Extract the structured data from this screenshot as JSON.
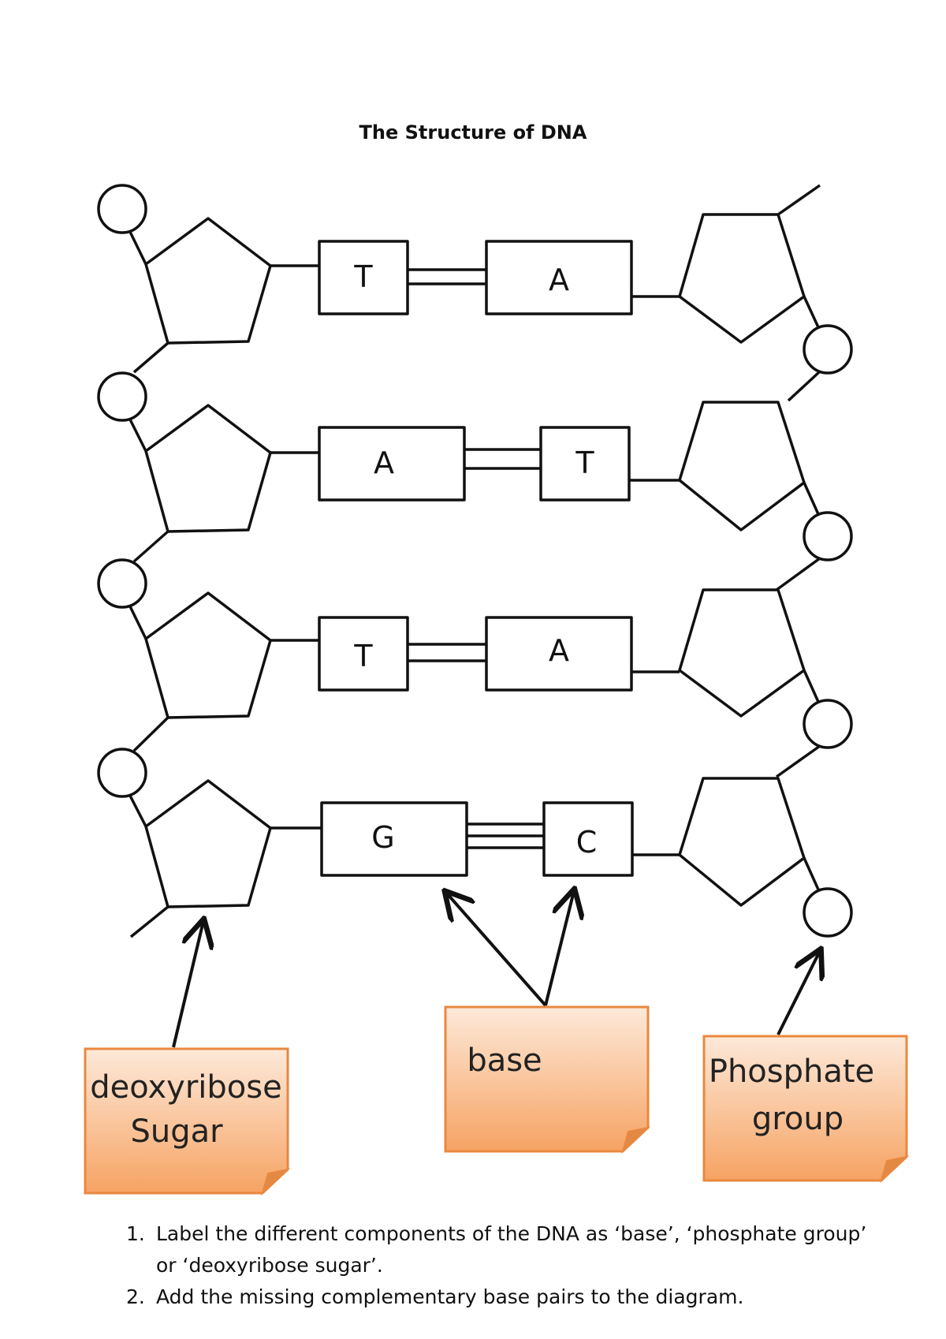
{
  "title": "The Structure of DNA",
  "base_pairs": [
    {
      "left": "T",
      "right": "A"
    },
    {
      "left": "A",
      "right": "T"
    },
    {
      "left": "T",
      "right": "A"
    },
    {
      "left": "G",
      "right": "C"
    }
  ],
  "labels": {
    "sugar_line1": "deoxyribose",
    "sugar_line2": "Sugar",
    "base": "base",
    "phosphate_line1": "Phosphate",
    "phosphate_line2": "group"
  },
  "instructions": [
    {
      "num": "1.",
      "text": "Label the different components of the DNA as ‘base’, ‘phosphate group’ or ‘deoxyribose sugar’."
    },
    {
      "num": "2.",
      "text": "Add the missing complementary base pairs to the diagram."
    }
  ],
  "colors": {
    "stroke": "#111111",
    "note_fill_top": "#fde7d6",
    "note_fill_bottom": "#f6a262",
    "note_border": "#e9883f"
  }
}
